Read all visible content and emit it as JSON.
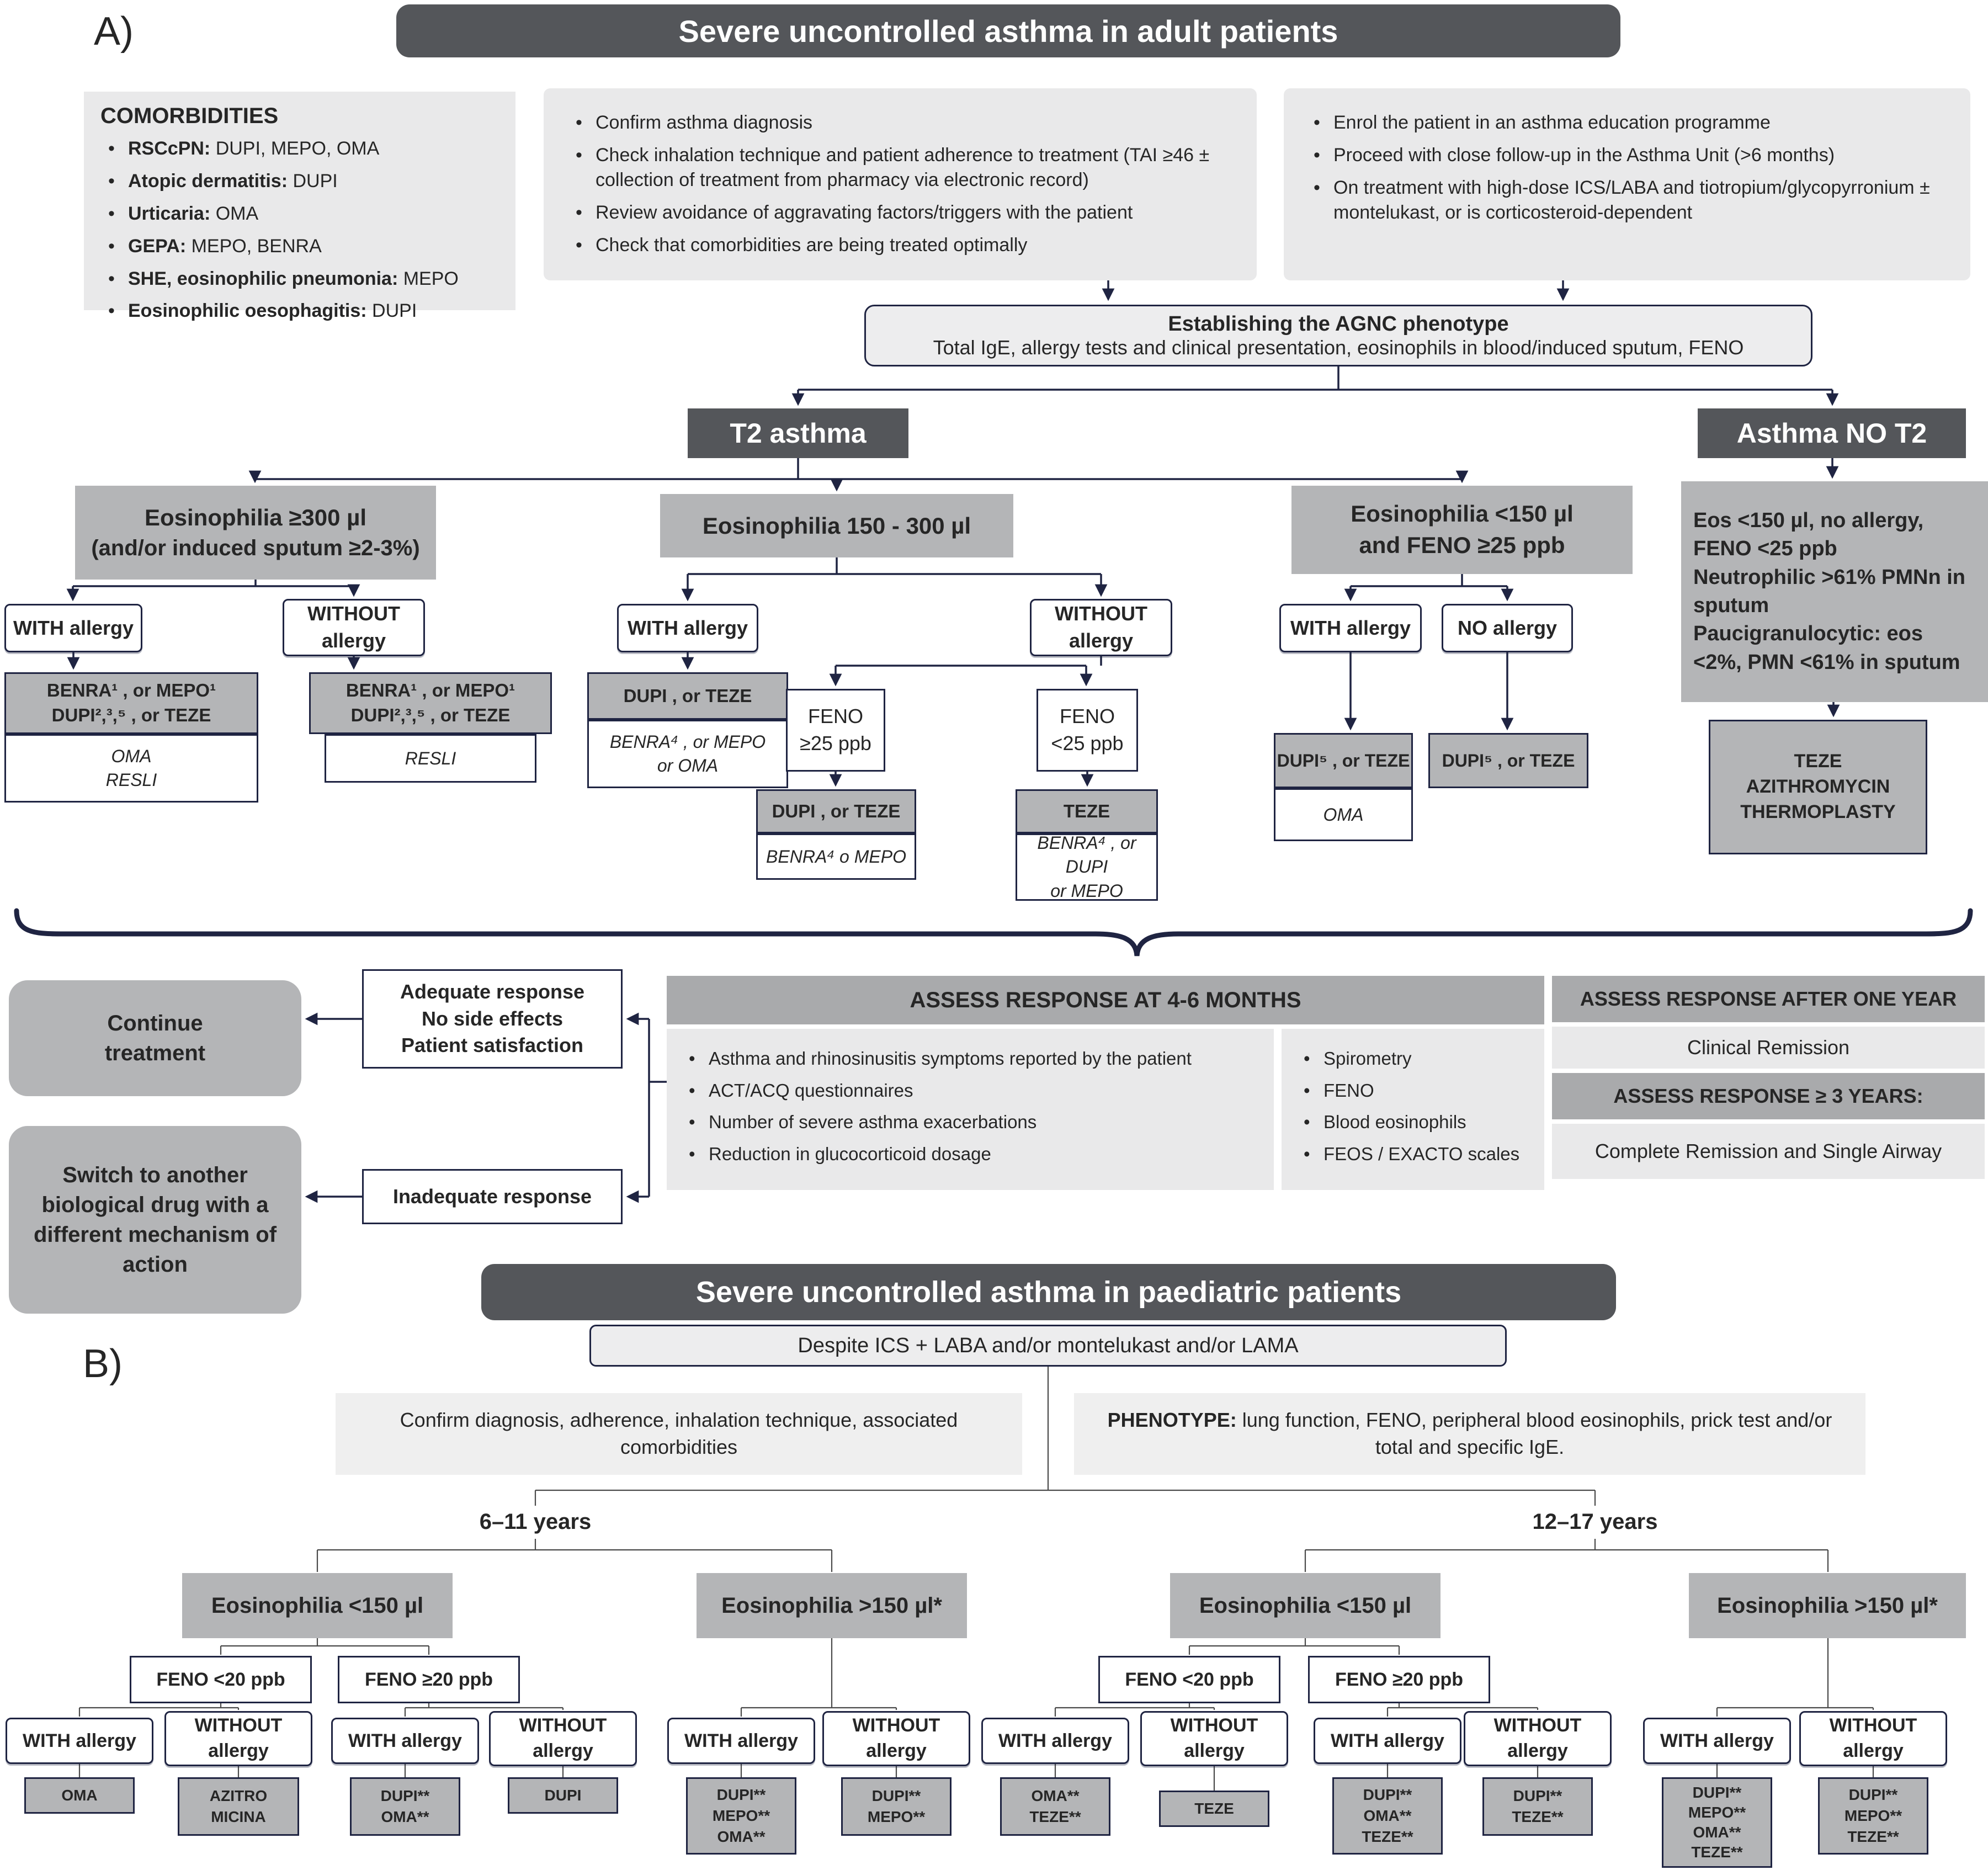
{
  "colors": {
    "dark_bar": "#54565a",
    "panel": "#e9e9ea",
    "gray_box": "#b4b5b7",
    "band_header": "#a9aaac",
    "line_navy": "#1f2442"
  },
  "sectionA": {
    "label": "A)",
    "title": "Severe uncontrolled asthma in adult patients",
    "comorbidities": {
      "title": "COMORBIDITIES",
      "items": [
        {
          "label": "RSCcPN:",
          "value": " DUPI, MEPO, OMA"
        },
        {
          "label": "Atopic dermatitis:",
          "value": " DUPI"
        },
        {
          "label": "Urticaria:",
          "value": " OMA"
        },
        {
          "label": "GEPA:",
          "value": " MEPO, BENRA"
        },
        {
          "label": "SHE, eosinophilic pneumonia:",
          "value": " MEPO"
        },
        {
          "label": "Eosinophilic oesophagitis:",
          "value": " DUPI"
        }
      ]
    },
    "checklist": [
      "Confirm asthma diagnosis",
      "Check inhalation technique and patient adherence to treatment (TAI ≥46 ± collection of treatment from pharmacy via electronic record)",
      "Review avoidance of aggravating factors/triggers with the patient",
      "Check that comorbidities are being treated optimally"
    ],
    "enrolment": [
      "Enrol the patient in an asthma education programme",
      "Proceed with close follow-up in the Asthma Unit (>6 months)",
      "On treatment with high-dose ICS/LABA and tiotropium/glycopyrronium ± montelukast, or is corticosteroid-dependent"
    ],
    "agnc": {
      "title": "Establishing the AGNC phenotype",
      "subtitle": "Total IgE, allergy tests and clinical presentation, eosinophils in blood/induced sputum, FENO"
    },
    "t2": "T2 asthma",
    "no_t2": "Asthma NO T2",
    "eos300": {
      "l1": "Eosinophilia ≥300 µl",
      "l2": "(and/or induced sputum ≥2-3%)"
    },
    "eos150_300": "Eosinophilia 150 - 300 µl",
    "eos150_feno": {
      "l1": "Eosinophilia <150 µl",
      "l2": "and FENO ≥25 ppb"
    },
    "no_t2_desc": [
      "Eos <150 µl, no allergy,",
      "FENO <25 ppb",
      "Neutrophilic >61% PMNn in sputum",
      "Paucigranulocytic: eos <2%, PMN <61% in sputum"
    ],
    "with_allergy": "WITH allergy",
    "without_l1": "WITHOUT",
    "without_l2": "allergy",
    "no_allergy": "NO allergy",
    "feno_ge25": {
      "l1": "FENO",
      "l2": "≥25 ppb"
    },
    "feno_lt25": {
      "l1": "FENO",
      "l2": "<25 ppb"
    },
    "rx": {
      "b1_first": {
        "l1": "BENRA¹ , or MEPO¹",
        "l2": "DUPI²,³,⁵ , or TEZE"
      },
      "b1_with_alt": [
        "OMA",
        "RESLI"
      ],
      "b1_without_alt": [
        "RESLI"
      ],
      "b2_with_first": "DUPI , or TEZE",
      "b2_with_alt": [
        "BENRA⁴ , or MEPO",
        "or OMA"
      ],
      "b2_feno_ge25_first": "DUPI , or TEZE",
      "b2_feno_ge25_alt": [
        "BENRA⁴ o MEPO"
      ],
      "b2_feno_lt25_first": "TEZE",
      "b2_feno_lt25_alt": [
        "BENRA⁴ , or DUPI",
        "or MEPO"
      ],
      "b3_first": "DUPI⁵ , or TEZE",
      "b3_with_alt": [
        "OMA"
      ],
      "no_t2_rx": [
        "TEZE",
        "AZITHROMYCIN",
        "THERMOPLASTY"
      ]
    },
    "outcome": {
      "continue_l1": "Continue",
      "continue_l2": "treatment",
      "adequate": [
        "Adequate response",
        "No side effects",
        "Patient satisfaction"
      ],
      "inadequate": "Inadequate response",
      "switch": "Switch to another biological drug with a different mechanism of action"
    },
    "assess46": {
      "title": "ASSESS RESPONSE AT 4-6 MONTHS",
      "left": [
        "Asthma and rhinosinusitis symptoms reported by the patient",
        "ACT/ACQ questionnaires",
        "Number of severe asthma exacerbations",
        "Reduction in glucocorticoid dosage"
      ],
      "right": [
        "Spirometry",
        "FENO",
        "Blood eosinophils",
        "FEOS / EXACTO scales"
      ]
    },
    "assess_long": {
      "title1": "ASSESS RESPONSE AFTER ONE YEAR",
      "row1": "Clinical Remission",
      "title2": "ASSESS RESPONSE ≥ 3 YEARS:",
      "row2": "Complete Remission and Single Airway"
    }
  },
  "sectionB": {
    "label": "B)",
    "title": "Severe uncontrolled asthma in paediatric patients",
    "despite": "Despite ICS + LABA and/or montelukast and/or LAMA",
    "confirm": "Confirm diagnosis, adherence, inhalation technique, associated comorbidities",
    "phenotype": {
      "label": "PHENOTYPE:",
      "text": " lung function, FENO, peripheral blood eosinophils, prick test and/or total and specific IgE."
    },
    "age1": "6–11 years",
    "age2": "12–17 years",
    "eos_lt150": "Eosinophilia <150 µl",
    "eos_gt150": "Eosinophilia >150 µl*",
    "feno_lt20": "FENO <20 ppb",
    "feno_ge20": "FENO ≥20 ppb",
    "with_allergy": "WITH allergy",
    "without_l1": "WITHOUT",
    "without_l2": "allergy",
    "rx": {
      "p1a": [
        "OMA"
      ],
      "p1b": [
        "AZITRO",
        "MICINA"
      ],
      "p2a": [
        "DUPI**",
        "OMA**"
      ],
      "p2b": [
        "DUPI"
      ],
      "p3a": [
        "DUPI**",
        "MEPO**",
        "OMA**"
      ],
      "p3b": [
        "DUPI**",
        "MEPO**"
      ],
      "p4a": [
        "OMA**",
        "TEZE**"
      ],
      "p4b": [
        "TEZE"
      ],
      "p5a": [
        "DUPI**",
        "OMA**",
        "TEZE**"
      ],
      "p5b": [
        "DUPI**",
        "TEZE**"
      ],
      "p6a": [
        "DUPI**",
        "MEPO**",
        "OMA**",
        "TEZE**"
      ],
      "p6b": [
        "DUPI**",
        "MEPO**",
        "TEZE**"
      ]
    }
  }
}
